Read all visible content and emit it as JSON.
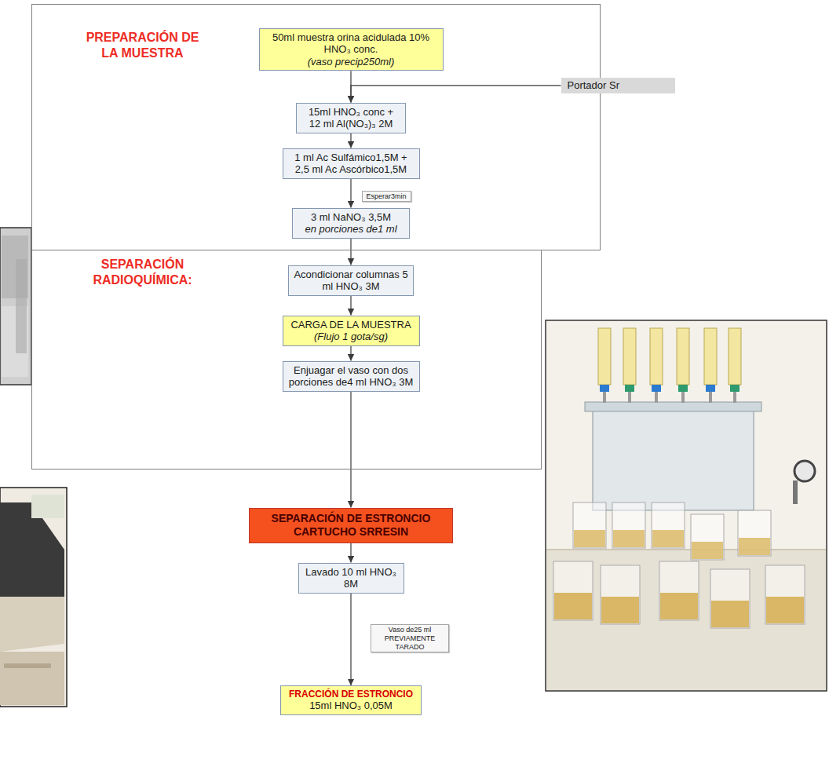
{
  "diagram": {
    "nodes": [
      {
        "text": [
          "PREPARACIÓN DE LA MUESTRA"
        ]
      },
      {
        "text": [
          "50ml muestra orina acidulada 10% HNO₃ conc.",
          "(vaso precip250ml)"
        ],
        "in": 0
      },
      {
        "text": [
          "Portador Sr"
        ]
      },
      {
        "text": [
          "15ml HNO₃ conc + 12 ml Al(NO₃)₃ 2M"
        ],
        "in": 0
      },
      {
        "text": [
          "1 ml Ac Sulfámico1,5M + 2,5 ml Ac Ascórbico1,5M"
        ],
        "in": 0
      },
      {
        "text": [
          "Esperar3min"
        ],
        "in": 0
      },
      {
        "text": [
          "3 ml NaNO₃ 3,5M",
          "en porciones de1 ml"
        ],
        "in": 0
      },
      {
        "text": [
          "SEPARACIÓN RADIOQUÍMICA:"
        ]
      },
      {
        "text": [
          "Acondicionar columnas 5 ml HNO₃ 3M"
        ],
        "in": 7
      },
      {
        "text": [
          "CARGA DE LA MUESTRA",
          "(Flujo 1 gota/sg)"
        ],
        "in": 7
      },
      {
        "text": [
          "Enjuagar el vaso con dos porciones de4 ml HNO₃ 3M"
        ],
        "in": 7
      },
      {
        "text": [
          "SEPARACIÓN DE ESTRONCIO CARTUCHO SRRESIN"
        ]
      },
      {
        "text": [
          "Lavado 10 ml HNO₃ 8M"
        ]
      },
      {
        "text": [
          "Vaso de25 ml PREVIAMENTE TARADO"
        ]
      },
      {
        "text": [
          "FRACCIÓN DE ESTRONCIO",
          "15ml HNO₃ 0,05M"
        ]
      }
    ],
    "edges": [
      {
        "from": 1,
        "to": 3,
        "arrow": "to"
      },
      {
        "from": 2,
        "to": 3,
        "arrow": "to"
      },
      {
        "from": 3,
        "to": 4,
        "arrow": "to"
      },
      {
        "from": 4,
        "to": 6,
        "arrow": "to"
      },
      {
        "from": 6,
        "to": 8,
        "arrow": "to"
      },
      {
        "from": 8,
        "to": 9,
        "arrow": "to"
      },
      {
        "from": 9,
        "to": 10,
        "arrow": "to"
      },
      {
        "from": 10,
        "to": 11,
        "arrow": "to"
      },
      {
        "from": 11,
        "to": 12,
        "arrow": "to"
      },
      {
        "from": 12,
        "to": 14,
        "arrow": "to"
      }
    ]
  }
}
